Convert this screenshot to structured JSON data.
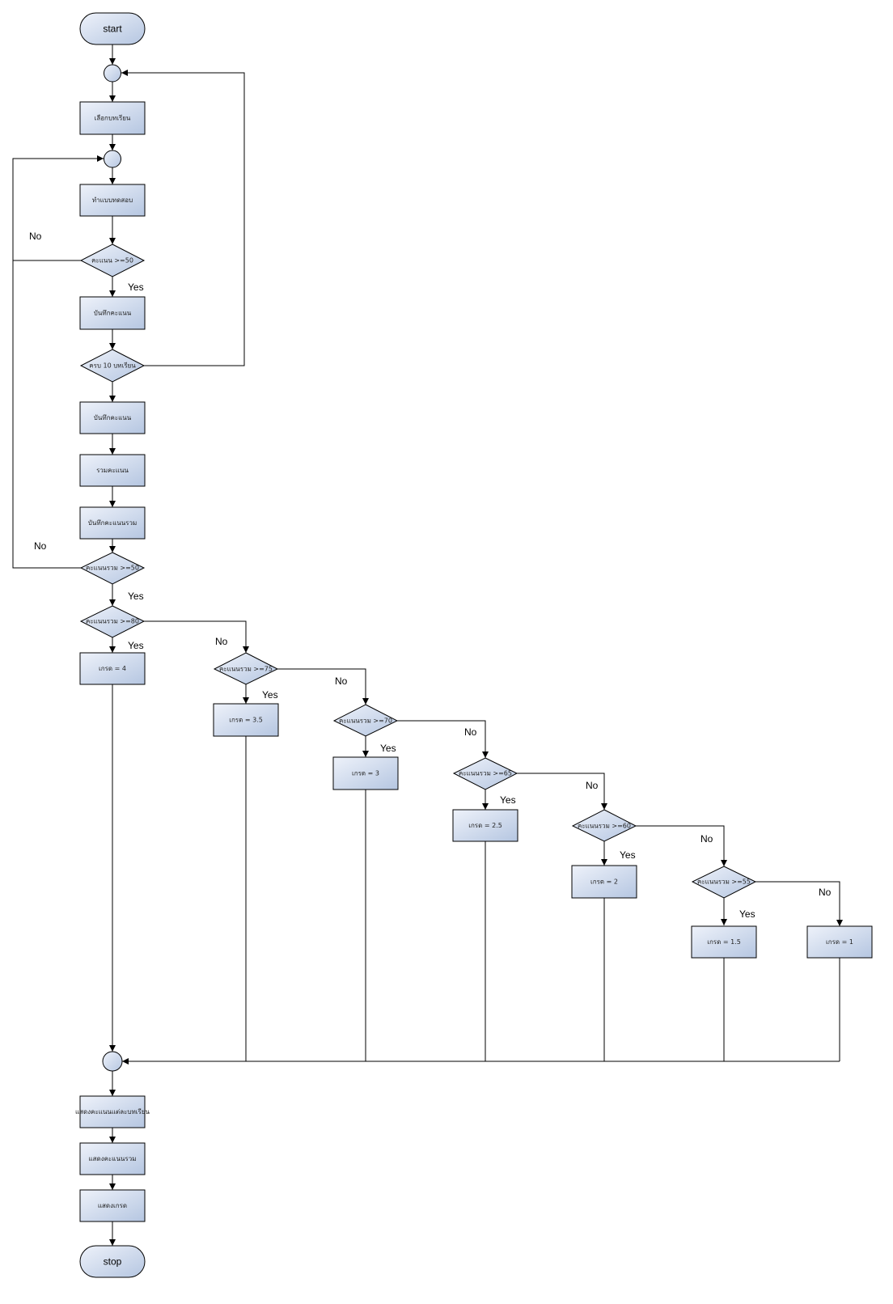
{
  "nodes": {
    "start": "start",
    "choose_lesson": "เลือกบทเรียน",
    "do_test": "ทำแบบทดสอบ",
    "score_ge_50": "คะแนน >=50",
    "record_score_1": "บันทึกคะแนน",
    "complete_10": "ครบ 10 บทเรียน",
    "record_score_2": "บันทึกคะแนน",
    "sum_score": "รวมคะแนน",
    "record_total": "บันทึกคะแนนรวม",
    "total_ge_50": "คะแนนรวม >=50",
    "total_ge_80": "คะแนนรวม >=80",
    "grade_4": "เกรด = 4",
    "total_ge_75": "คะแนนรวม >=75",
    "grade_35": "เกรด = 3.5",
    "total_ge_70": "คะแนนรวม >=70",
    "grade_3": "เกรด = 3",
    "total_ge_65": "คะแนนรวม >=65",
    "grade_25": "เกรด = 2.5",
    "total_ge_60": "คะแนนรวม >=60",
    "grade_2": "เกรด = 2",
    "total_ge_55": "คะแนนรวม >=55",
    "grade_15": "เกรด = 1.5",
    "grade_1": "เกรด = 1",
    "show_each": "แสดงคะแนนแต่ละบทเรียน",
    "show_total": "แสดงคะแนนรวม",
    "show_grade": "แสดงเกรด",
    "stop": "stop"
  },
  "edge_labels": {
    "no": "No",
    "yes": "Yes"
  },
  "colors": {
    "fill_top": "#eef2fa",
    "fill_bottom": "#b8c8e2",
    "stroke": "#000000"
  }
}
